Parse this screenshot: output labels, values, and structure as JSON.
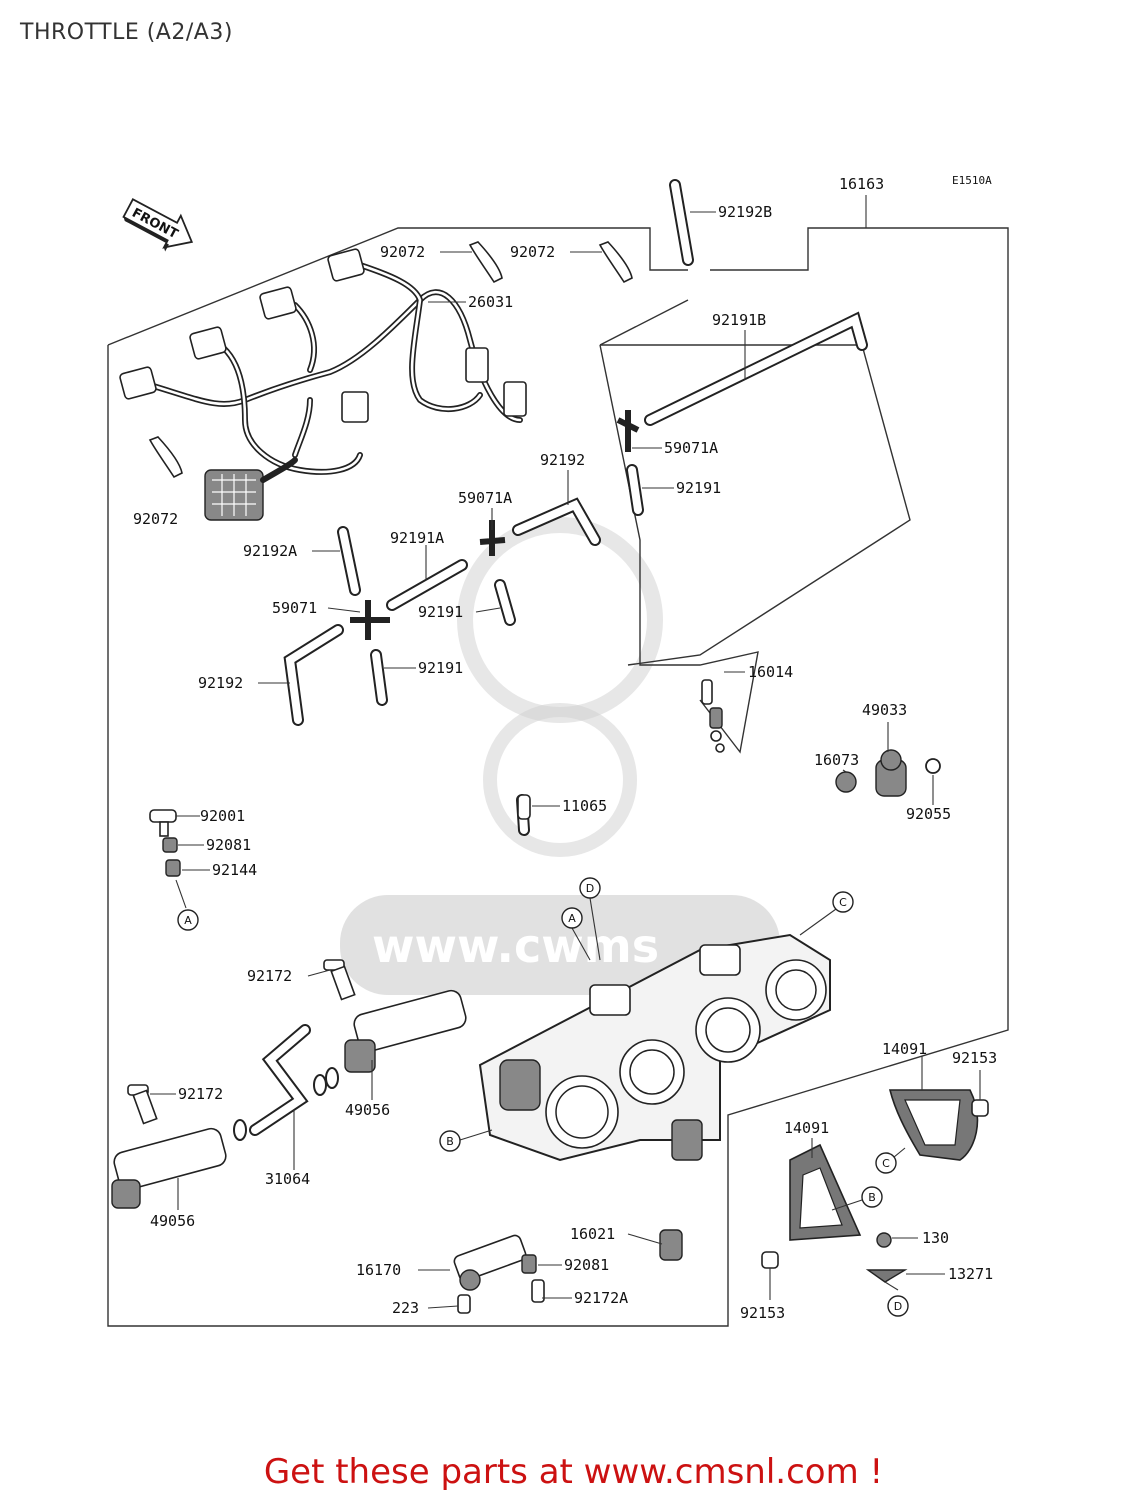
{
  "title": "THROTTLE (A2/A3)",
  "diagram_code": "E1510A",
  "front_label": "FRONT",
  "watermark": "www.cwms",
  "footer": "Get these parts at www.cmsnl.com !",
  "callouts": [
    "16163",
    "92192B",
    "92072",
    "92072",
    "26031",
    "92191B",
    "59071A",
    "92191",
    "92192",
    "59071A",
    "92191A",
    "92192A",
    "59071",
    "92191",
    "92192",
    "92191",
    "16014",
    "49033",
    "16073",
    "92055",
    "11065",
    "92001",
    "92081",
    "92144",
    "92072",
    "92172",
    "49056",
    "92172",
    "31064",
    "49056",
    "14091",
    "92153",
    "14091",
    "130",
    "13271",
    "92153",
    "16021",
    "16170",
    "92081",
    "223",
    "92172A"
  ],
  "reference_markers": [
    "A",
    "A",
    "B",
    "B",
    "C",
    "C",
    "D",
    "D"
  ]
}
